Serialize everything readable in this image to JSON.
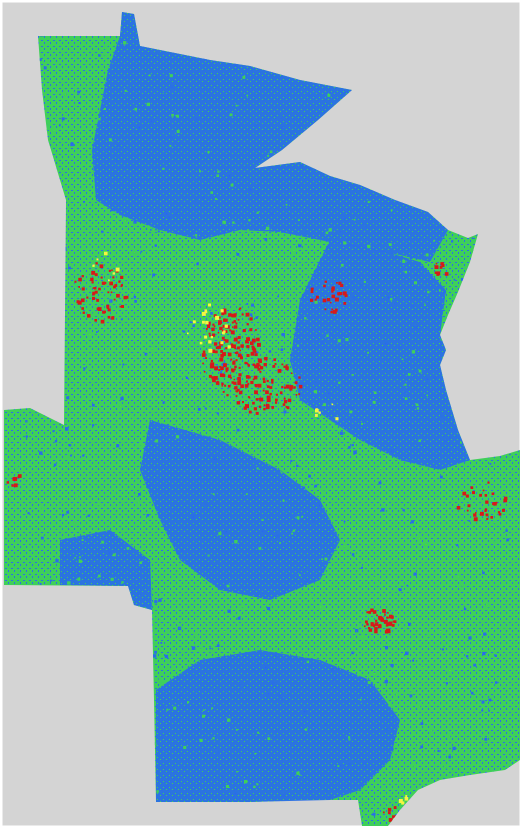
{
  "map": {
    "colors": {
      "background": "#d4d4d4",
      "frame": "#ffffff",
      "blue": "#2a6fe6",
      "green": "#3fcf5a",
      "red": "#d61a1a",
      "yellow": "#f5f542"
    },
    "classes": [
      "blue",
      "green",
      "red",
      "yellow"
    ]
  }
}
